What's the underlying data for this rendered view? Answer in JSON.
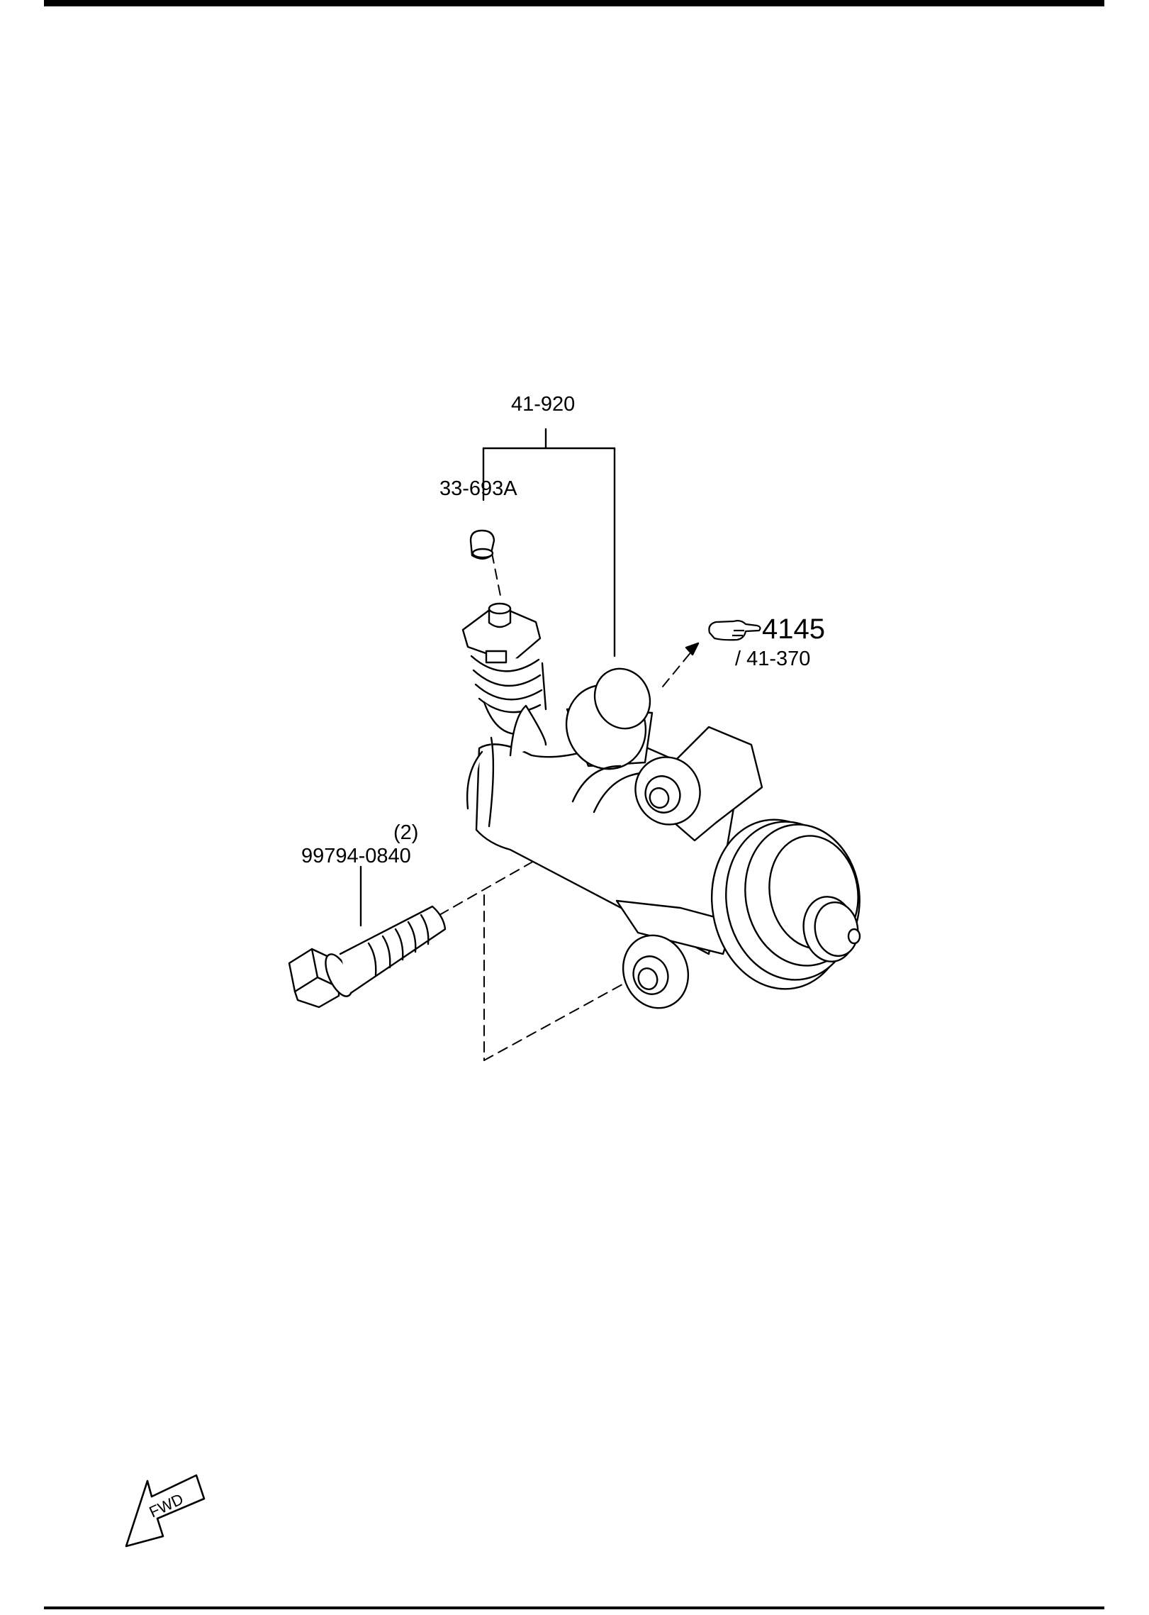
{
  "callouts": {
    "assembly": "41-920",
    "bleeder_cap": "33-693A",
    "ref_page": "4145",
    "ref_part": "/ 41-370",
    "bolt_qty": "(2)",
    "bolt_part": "99794-0840"
  },
  "fwd_label": "FWD",
  "icons": {
    "pointing_hand": "pointing-hand-icon",
    "fwd_arrow": "fwd-arrow-icon"
  },
  "colors": {
    "line": "#000000",
    "background": "#ffffff"
  }
}
